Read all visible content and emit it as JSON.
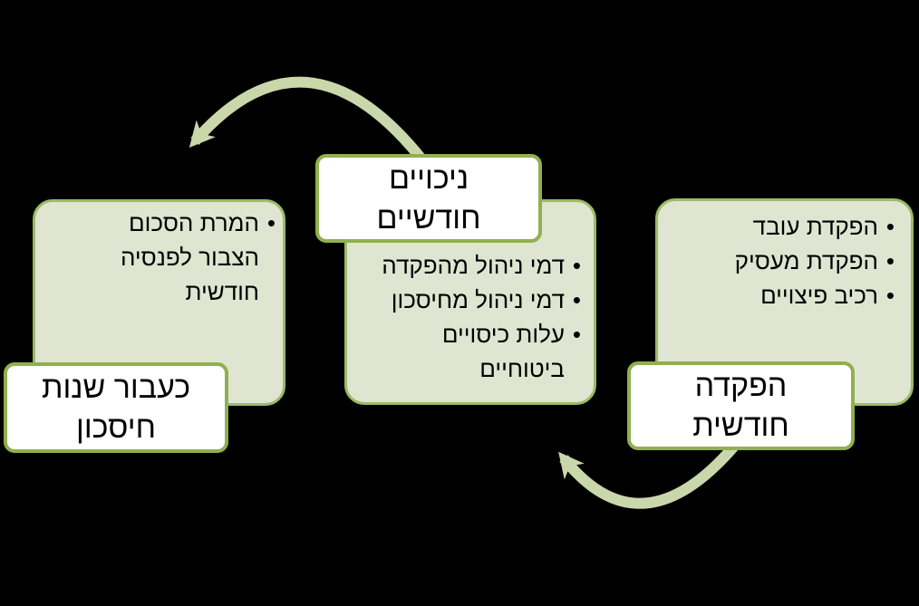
{
  "diagram": {
    "background": "#000000",
    "glyphs": {
      "bullet": "•"
    },
    "colors": {
      "box_fill": "#dfe5d1",
      "box_border": "#9cba67",
      "label_fill": "#ffffff",
      "label_border": "#90b050",
      "arrow": "#c9d7ab",
      "text": "#000000"
    },
    "boxes": {
      "deposit": {
        "label_lines": [
          "הפקדה",
          "חודשית"
        ],
        "bullets": [
          [
            "הפקדת עובד"
          ],
          [
            "הפקדת מעסיק"
          ],
          [
            "רכיב פיצויים"
          ]
        ]
      },
      "deductions": {
        "label_lines": [
          "ניכויים",
          "חודשיים"
        ],
        "bullets": [
          [
            "דמי ניהול מהפקדה"
          ],
          [
            "דמי ניהול מחיסכון"
          ],
          [
            "עלות כיסויים",
            "ביטוחיים"
          ]
        ]
      },
      "payout": {
        "label_lines": [
          "כעבור שנות",
          "חיסכון"
        ],
        "bullets": [
          [
            "המרת הסכום",
            "הצבור לפנסיה",
            "חודשית"
          ]
        ]
      }
    }
  }
}
